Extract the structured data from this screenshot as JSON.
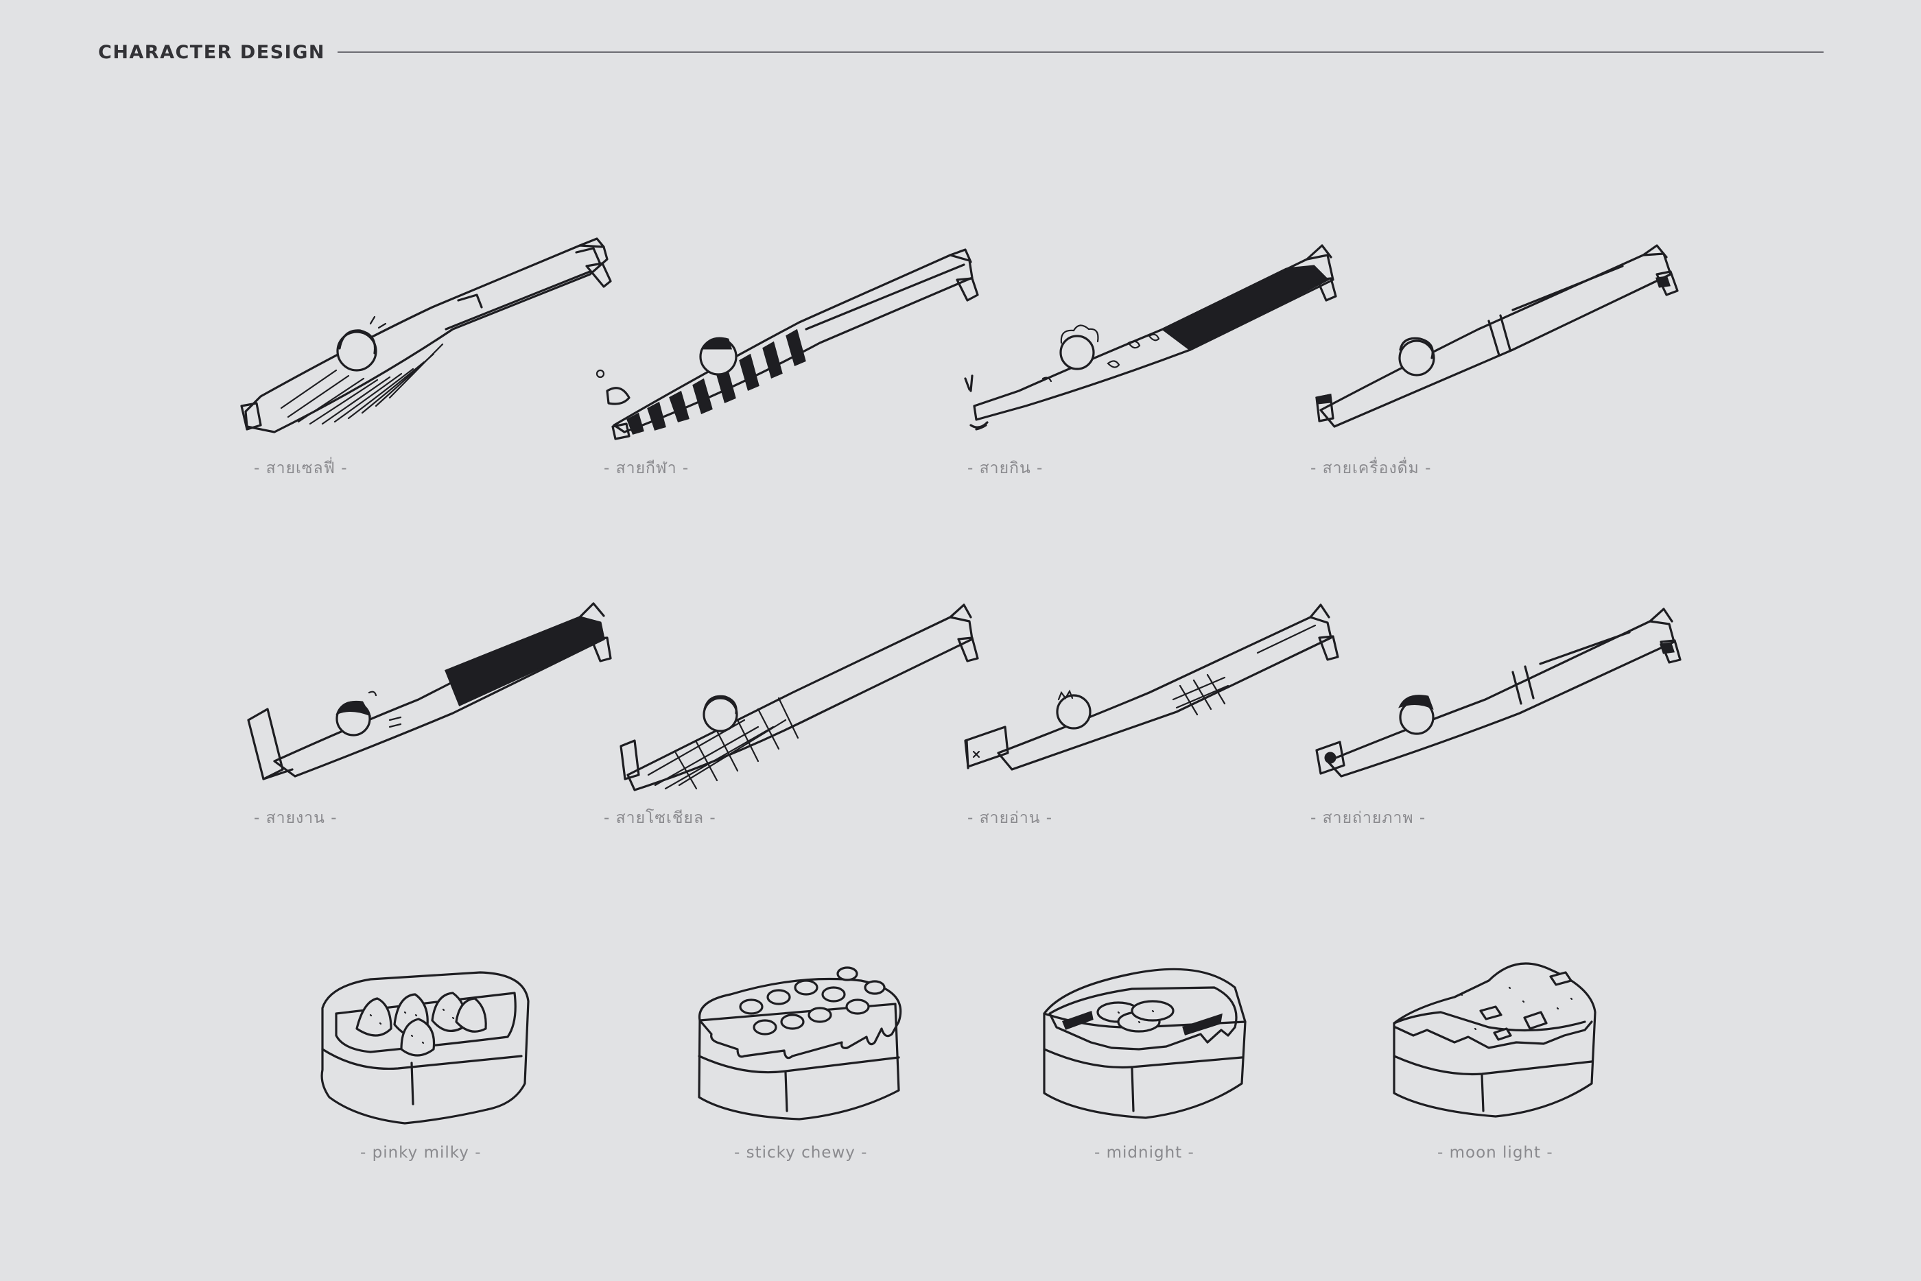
{
  "header": {
    "title": "CHARACTER DESIGN"
  },
  "characters": [
    {
      "caption": "- สายเซลฟี่ -"
    },
    {
      "caption": "- สายกีฬา -"
    },
    {
      "caption": "- สายกิน -"
    },
    {
      "caption": "- สายเครื่องดื่ม -"
    },
    {
      "caption": "- สายงาน -"
    },
    {
      "caption": "- สายโซเชียล -"
    },
    {
      "caption": "- สายอ่าน -"
    },
    {
      "caption": "- สายถ่ายภาพ -"
    }
  ],
  "desserts": [
    {
      "caption": "- pinky milky -"
    },
    {
      "caption": "- sticky chewy -"
    },
    {
      "caption": "- midnight -"
    },
    {
      "caption": "- moon light -"
    }
  ],
  "colors": {
    "background": "#e1e2e4",
    "ink": "#1e1e22",
    "caption": "#8a8a8e"
  }
}
